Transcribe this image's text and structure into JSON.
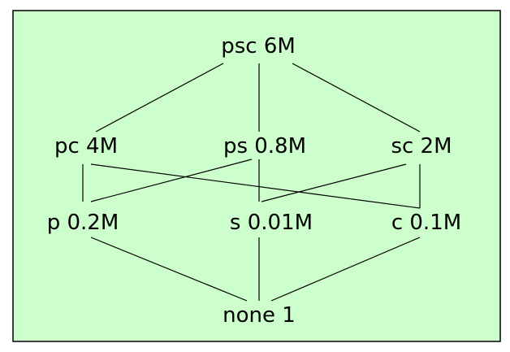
{
  "colors": {
    "background": "#ccffcc",
    "border": "#000000",
    "edge": "#000000",
    "text": "#000000"
  },
  "nodes": {
    "psc": "psc 6M",
    "pc": "pc 4M",
    "ps": "ps 0.8M",
    "sc": "sc 2M",
    "p": "p 0.2M",
    "s": "s 0.01M",
    "c": "c 0.1M",
    "none": "none 1"
  },
  "edges": [
    [
      "psc",
      "pc"
    ],
    [
      "psc",
      "ps"
    ],
    [
      "psc",
      "sc"
    ],
    [
      "pc",
      "p"
    ],
    [
      "pc",
      "c"
    ],
    [
      "ps",
      "p"
    ],
    [
      "ps",
      "s"
    ],
    [
      "sc",
      "s"
    ],
    [
      "sc",
      "c"
    ],
    [
      "p",
      "none"
    ],
    [
      "s",
      "none"
    ],
    [
      "c",
      "none"
    ]
  ]
}
